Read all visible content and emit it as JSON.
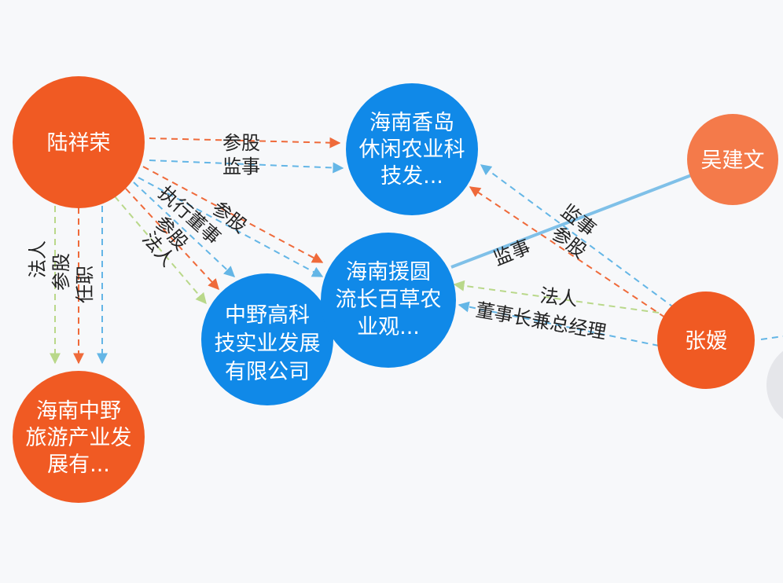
{
  "colors": {
    "person": "#f05a23",
    "person_light": "#f47a4a",
    "company": "#1089e8",
    "edge_orange": "#ef6a3a",
    "edge_blue": "#64b6e6",
    "edge_green": "#b9d88a",
    "edge_solid": "#7fc0e8",
    "background": "#f7f8fa"
  },
  "nodes": [
    {
      "id": "luxiangrong",
      "kind": "person",
      "lines": [
        "陆祥荣"
      ]
    },
    {
      "id": "wujianwen",
      "kind": "person",
      "lines": [
        "吴建文"
      ]
    },
    {
      "id": "zhangyuan",
      "kind": "person",
      "lines": [
        "张嫒"
      ]
    },
    {
      "id": "haixiangdao",
      "kind": "company",
      "lines": [
        "海南香岛",
        "休闲农业科",
        "技发..."
      ]
    },
    {
      "id": "haiyuanyuan",
      "kind": "company",
      "lines": [
        "海南援圆",
        "流长百草农",
        "业观..."
      ]
    },
    {
      "id": "zhongyegaoke",
      "kind": "company",
      "lines": [
        "中野高科",
        "技实业发展",
        "有限公司"
      ]
    },
    {
      "id": "haizhongye",
      "kind": "person",
      "lines": [
        "海南中野",
        "旅游产业发",
        "展有..."
      ]
    }
  ],
  "edges": [
    {
      "from": "luxiangrong",
      "to": "haixiangdao",
      "color": "edge_orange",
      "style": "dashed",
      "label": "参股"
    },
    {
      "from": "luxiangrong",
      "to": "haixiangdao",
      "color": "edge_blue",
      "style": "dashed",
      "label": "监事"
    },
    {
      "from": "luxiangrong",
      "to": "haiyuanyuan",
      "color": "edge_orange",
      "style": "dashed",
      "label": "参股"
    },
    {
      "from": "luxiangrong",
      "to": "haiyuanyuan",
      "color": "edge_blue",
      "style": "dashed",
      "label": "执行董事"
    },
    {
      "from": "luxiangrong",
      "to": "zhongyegaoke",
      "color": "edge_orange",
      "style": "dashed",
      "label": "参股"
    },
    {
      "from": "luxiangrong",
      "to": "zhongyegaoke",
      "color": "edge_green",
      "style": "dashed",
      "label": "法人"
    },
    {
      "from": "luxiangrong",
      "to": "haizhongye",
      "color": "edge_green",
      "style": "dashed",
      "label": "法人"
    },
    {
      "from": "luxiangrong",
      "to": "haizhongye",
      "color": "edge_orange",
      "style": "dashed",
      "label": "参股"
    },
    {
      "from": "luxiangrong",
      "to": "haizhongye",
      "color": "edge_blue",
      "style": "dashed",
      "label": "任职"
    },
    {
      "from": "zhangyuan",
      "to": "haixiangdao",
      "color": "edge_blue",
      "style": "dashed",
      "label": "监事"
    },
    {
      "from": "zhangyuan",
      "to": "haixiangdao",
      "color": "edge_orange",
      "style": "dashed",
      "label": "参股"
    },
    {
      "from": "wujianwen",
      "to": "haiyuanyuan",
      "color": "edge_solid",
      "style": "solid",
      "label": "监事"
    },
    {
      "from": "zhangyuan",
      "to": "haiyuanyuan",
      "color": "edge_green",
      "style": "dashed",
      "label": "法人"
    },
    {
      "from": "zhangyuan",
      "to": "haiyuanyuan",
      "color": "edge_blue",
      "style": "dashed",
      "label": "董事长兼总经理"
    }
  ]
}
